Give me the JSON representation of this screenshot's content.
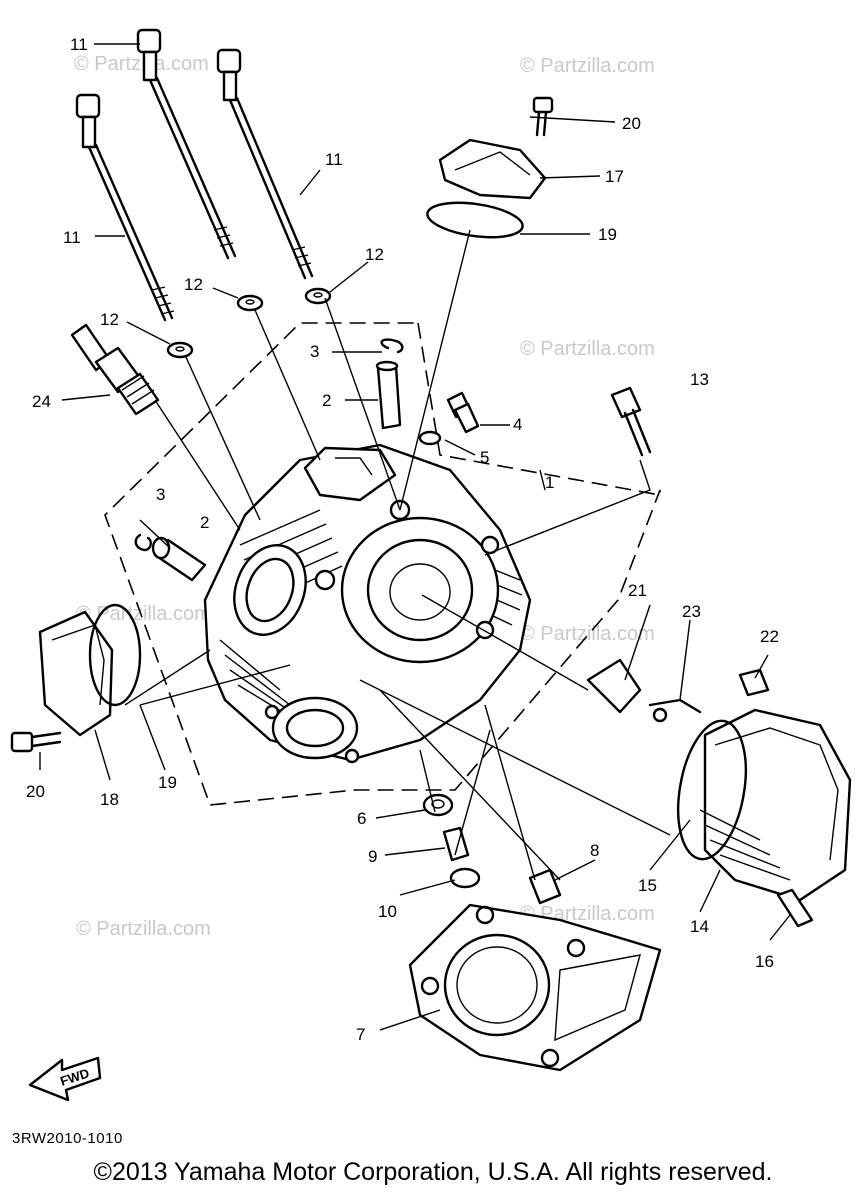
{
  "watermark": "© Partzilla.com",
  "diagram_code": "3RW2010-1010",
  "fwd_label": "FWD",
  "copyright": "©2013  Yamaha Motor Corporation, U.S.A. All rights reserved.",
  "callouts": {
    "c1": "1",
    "c2a": "2",
    "c2b": "2",
    "c3a": "3",
    "c3b": "3",
    "c4": "4",
    "c5": "5",
    "c6": "6",
    "c7": "7",
    "c8": "8",
    "c9": "9",
    "c10": "10",
    "c11a": "11",
    "c11b": "11",
    "c11c": "11",
    "c12a": "12",
    "c12b": "12",
    "c12c": "12",
    "c13": "13",
    "c14": "14",
    "c15": "15",
    "c16": "16",
    "c17": "17",
    "c18": "18",
    "c19a": "19",
    "c19b": "19",
    "c20a": "20",
    "c20b": "20",
    "c21": "21",
    "c22": "22",
    "c23": "23",
    "c24": "24"
  }
}
